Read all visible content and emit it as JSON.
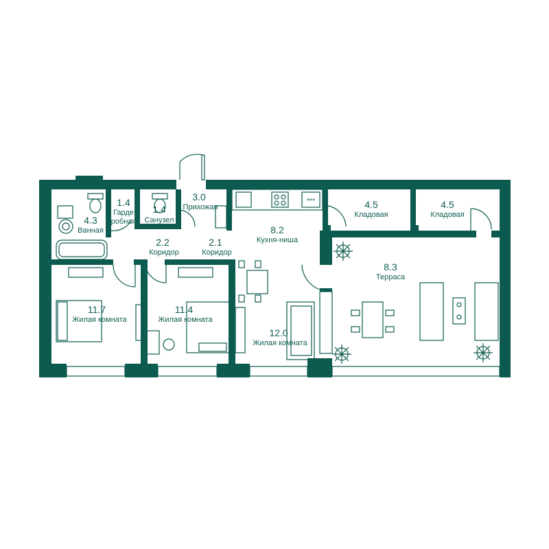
{
  "colors": {
    "wall": "#0d5b50",
    "background": "#ffffff"
  },
  "rooms": [
    {
      "id": "bathroom",
      "area": "4.3",
      "name": "Ванная"
    },
    {
      "id": "wardrobe",
      "area": "1.4",
      "name_line1": "Гарде",
      "name_line2": "робная"
    },
    {
      "id": "wc",
      "area": "1.4",
      "name": "Санузел"
    },
    {
      "id": "hallway",
      "area": "3.0",
      "name": "Прихожая"
    },
    {
      "id": "kitchen",
      "area": "8.2",
      "name": "Кухня-ниша"
    },
    {
      "id": "storage-1",
      "area": "4.5",
      "name": "Кладовая"
    },
    {
      "id": "storage-2",
      "area": "4.5",
      "name": "Кладовая"
    },
    {
      "id": "corridor-1",
      "area": "2.2",
      "name": "Коридор"
    },
    {
      "id": "corridor-2",
      "area": "2.1",
      "name": "Коридор"
    },
    {
      "id": "terrace",
      "area": "8.3",
      "name": "Терраса"
    },
    {
      "id": "living-1",
      "area": "11.7",
      "name": "Жилая комната"
    },
    {
      "id": "living-2",
      "area": "11.4",
      "name": "Жилая комната"
    },
    {
      "id": "living-3",
      "area": "12.0",
      "name": "Жилая комната"
    }
  ],
  "fixtures": {
    "stove_dots": "***"
  }
}
